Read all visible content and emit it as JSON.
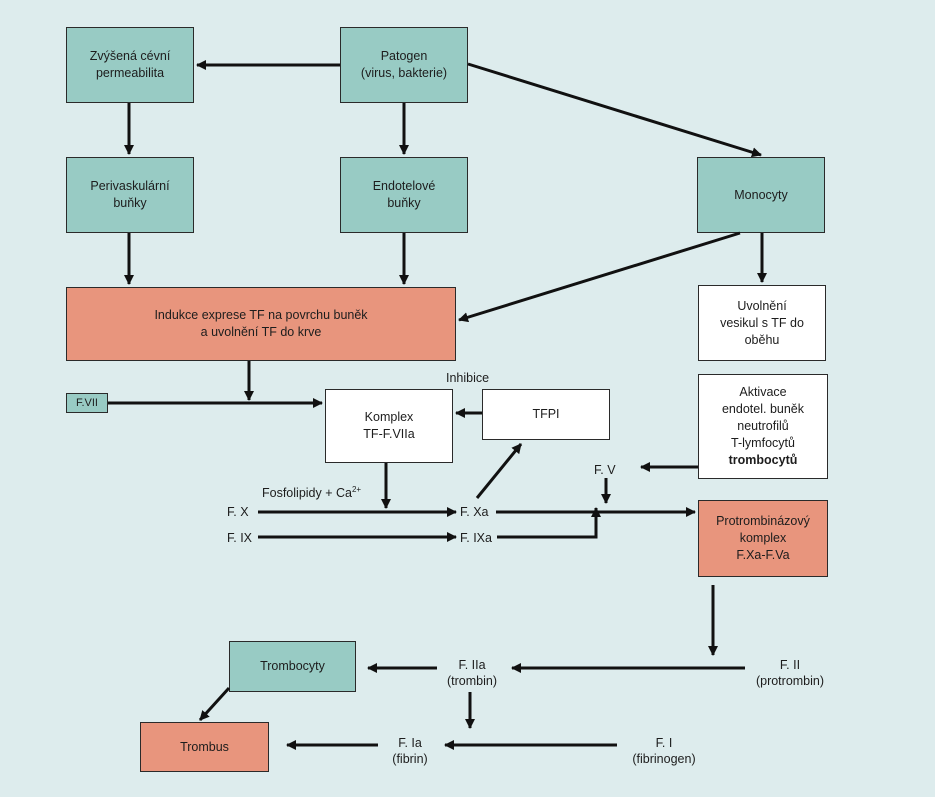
{
  "boxes": {
    "permeability": [
      "Zvýšená cévní",
      "permeabilita"
    ],
    "pathogen": [
      "Patogen",
      "(virus, bakterie)"
    ],
    "perivascular": [
      "Perivaskulární",
      "buňky"
    ],
    "endothelial": [
      "Endotelové",
      "buňky"
    ],
    "monocytes": "Monocyty",
    "tf_induction": [
      "Indukce exprese TF na povrchu buněk",
      "a uvolnění TF do krve"
    ],
    "vesicles": [
      "Uvolnění",
      "vesikul s TF do",
      "oběhu"
    ],
    "fvii": "F.VII",
    "complex": [
      "Komplex",
      "TF-F.VIIa"
    ],
    "tfpi": "TFPI",
    "activation": [
      "Aktivace",
      "endotel. buněk",
      "neutrofilů",
      "T-lymfocytů",
      "trombocytů"
    ],
    "prothrombinase": [
      "Protrombinázový",
      "komplex",
      "F.Xa-F.Va"
    ],
    "platelets": "Trombocyty",
    "thrombus": "Trombus"
  },
  "labels": {
    "inhibition": "Inhibice",
    "phospholipids": "Fosfolipidy + Ca",
    "ca_superscript": "2+",
    "fx": "F. X",
    "fix": "F. IX",
    "fxa": "F. Xa",
    "fixa": "F. IXa",
    "fv": "F. V",
    "fiia": [
      "F. IIa",
      "(trombin)"
    ],
    "fii": [
      "F. II",
      "(protrombin)"
    ],
    "fia": [
      "F. Ia",
      "(fibrin)"
    ],
    "fi": [
      "F. I",
      "(fibrinogen)"
    ]
  }
}
